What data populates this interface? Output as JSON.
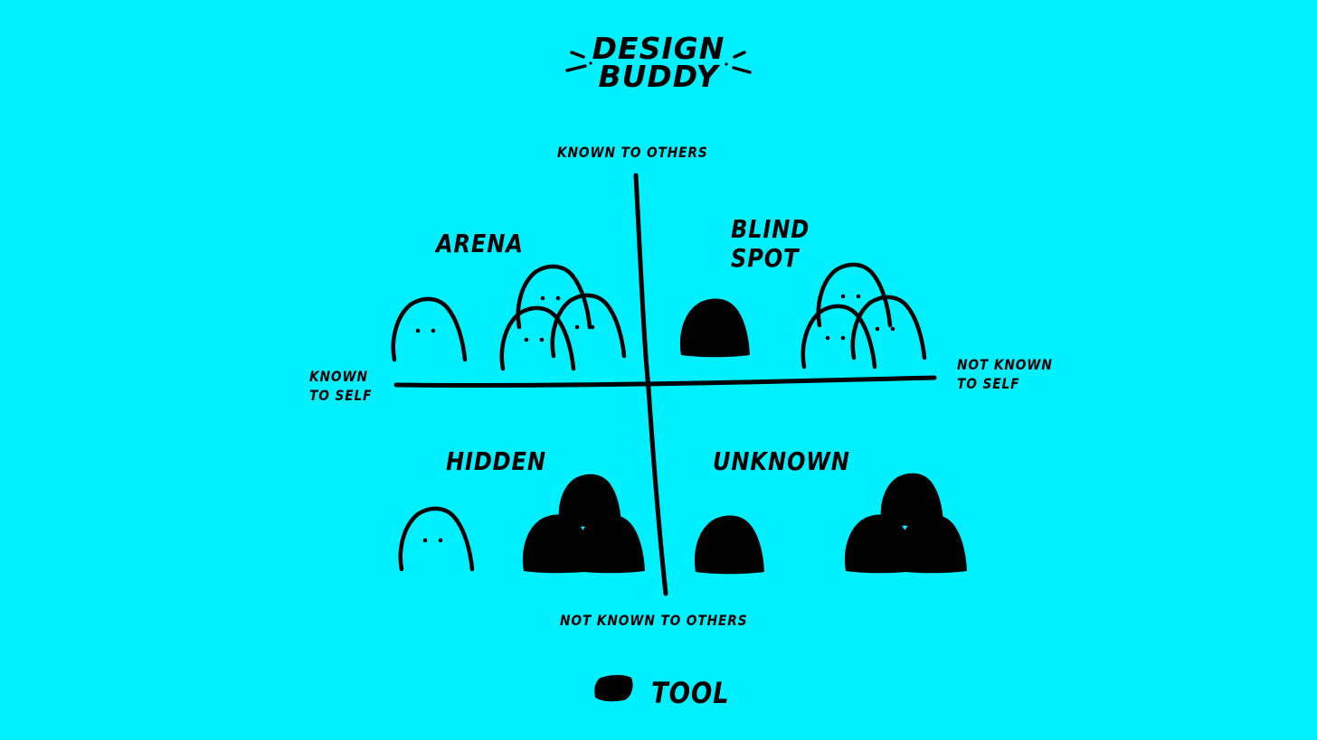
{
  "header": {
    "title_line1": "DESIGN",
    "title_line2": "BUDDY"
  },
  "axes": {
    "top": "KNOWN TO OTHERS",
    "bottom": "NOT KNOWN TO OTHERS",
    "left_line1": "KNOWN",
    "left_line2": "TO SELF",
    "right_line1": "NOT KNOWN",
    "right_line2": "TO SELF"
  },
  "quadrants": {
    "arena": "ARENA",
    "blind_spot_line1": "BLIND",
    "blind_spot_line2": "SPOT",
    "hidden": "HIDDEN",
    "unknown": "UNKNOWN"
  },
  "legend": {
    "label": "TOOL",
    "symbol": "filled-blob-icon"
  },
  "colors": {
    "background": "#00F0FF",
    "ink": "#000000"
  }
}
